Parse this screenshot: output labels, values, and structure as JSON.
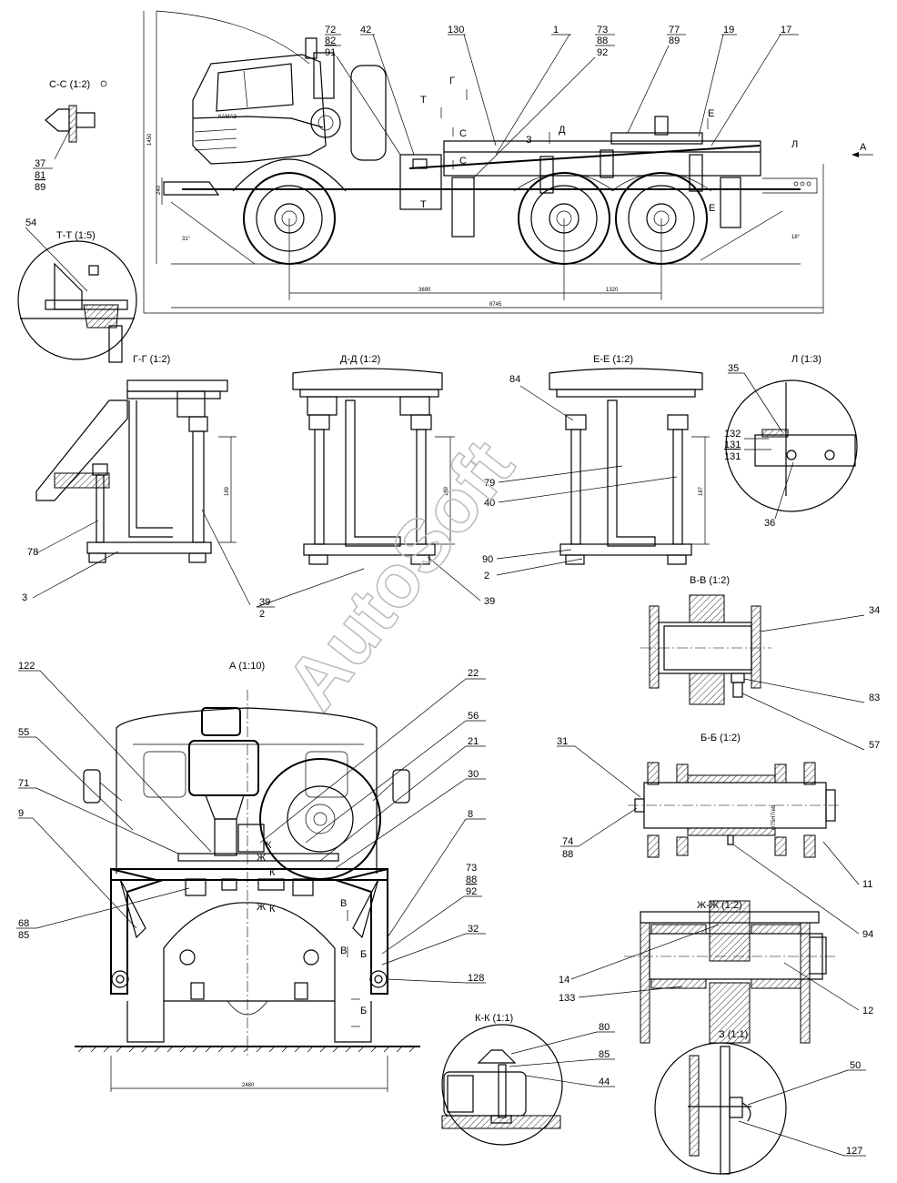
{
  "watermark": "AutoSoft",
  "views": {
    "side": {
      "title_tags": [
        "Т",
        "Т",
        "Г",
        "Д",
        "С",
        "С",
        "Е",
        "Е",
        "Л",
        "А",
        "З"
      ],
      "dims": [
        "1450",
        "240",
        "3690",
        "1320",
        "8745",
        "31°",
        "18°"
      ],
      "callouts_top": [
        "72",
        "82",
        "91",
        "42",
        "130",
        "1",
        "73",
        "88",
        "92",
        "77",
        "89",
        "19",
        "17"
      ]
    },
    "cc": {
      "title": "С-С (1:2)",
      "callouts": [
        "37",
        "81",
        "89"
      ]
    },
    "tt": {
      "title": "Т-Т (1:5)",
      "callouts": [
        "54"
      ]
    },
    "gg": {
      "title": "Г-Г (1:2)",
      "dim": "189",
      "callouts": [
        "78",
        "3",
        "39",
        "2"
      ]
    },
    "dd": {
      "title": "Д-Д (1:2)",
      "dim": "189"
    },
    "ee": {
      "title": "Е-Е (1:2)",
      "dim": "187",
      "callouts": [
        "84",
        "79",
        "40",
        "90",
        "2",
        "39"
      ]
    },
    "ll": {
      "title": "Л (1:3)",
      "callouts": [
        "35",
        "132",
        "131",
        "131",
        "36"
      ]
    },
    "vv": {
      "title": "В-В (1:2)",
      "callouts": [
        "34",
        "83",
        "57"
      ]
    },
    "bb": {
      "title": "Б-Б (1:2)",
      "callouts": [
        "31",
        "74",
        "88",
        "11",
        "94"
      ],
      "inscr": "Ф75Н7/e8"
    },
    "zhzh": {
      "title": "Ж-Ж (1:2)",
      "callouts": [
        "14",
        "133",
        "12"
      ]
    },
    "front": {
      "title": "А (1:10)",
      "dim": "2480",
      "callouts": [
        "122",
        "55",
        "71",
        "9",
        "68",
        "85",
        "22",
        "56",
        "21",
        "30",
        "8",
        "73",
        "88",
        "92",
        "32",
        "128"
      ],
      "tags": [
        "К",
        "Ж",
        "К",
        "Ж",
        "К",
        "В",
        "В",
        "Б",
        "Б"
      ]
    },
    "kk": {
      "title": "К-К (1:1)",
      "callouts": [
        "80",
        "85",
        "44"
      ]
    },
    "z": {
      "title": "З (1:1)",
      "callouts": [
        "50",
        "127"
      ]
    }
  }
}
